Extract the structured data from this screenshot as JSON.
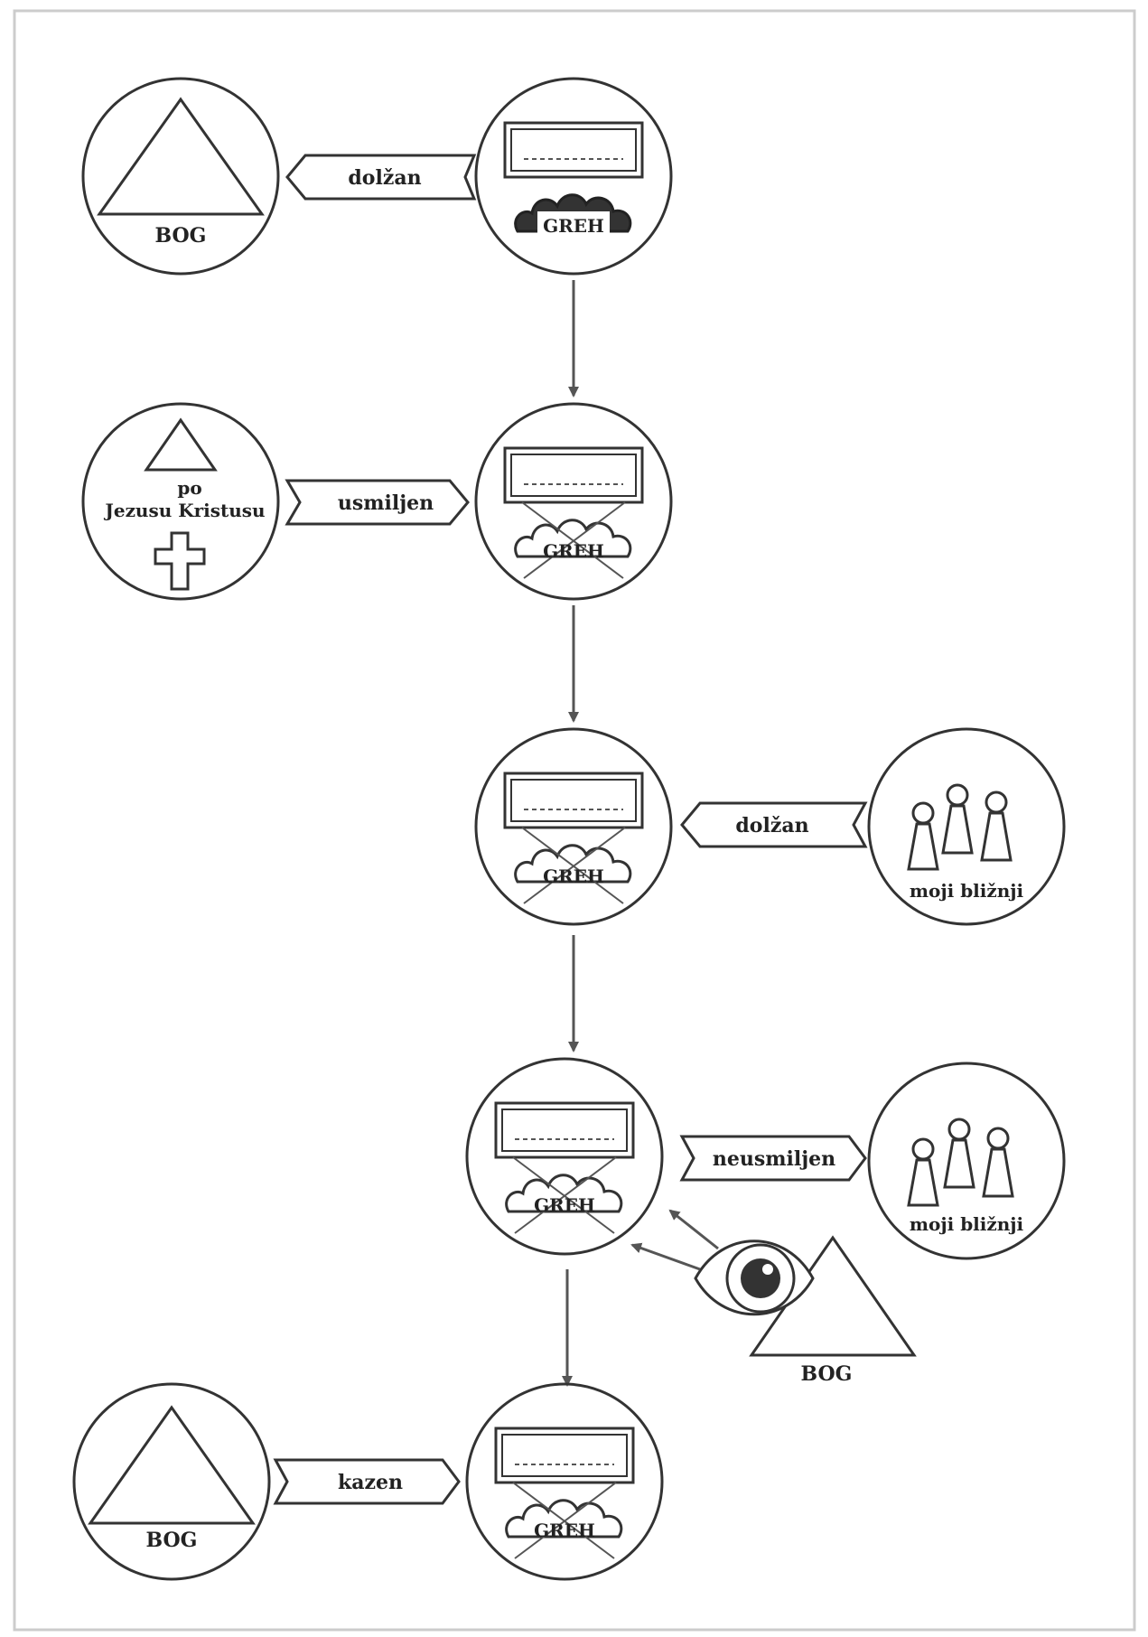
{
  "row1": {
    "left_label": "BOG",
    "arrow_label": "dolžan",
    "sin_label": "GREH"
  },
  "row2": {
    "left_label_line1": "po",
    "left_label_line2": "Jezusu Kristusu",
    "arrow_label": "usmiljen",
    "sin_label": "GREH"
  },
  "row3": {
    "arrow_label": "dolžan",
    "sin_label": "GREH",
    "right_label": "moji bližnji"
  },
  "row4": {
    "arrow_label": "neusmiljen",
    "sin_label": "GREH",
    "right_label": "moji bližnji",
    "watcher_label": "BOG"
  },
  "row5": {
    "left_label": "BOG",
    "arrow_label": "kazen",
    "sin_label": "GREH"
  }
}
